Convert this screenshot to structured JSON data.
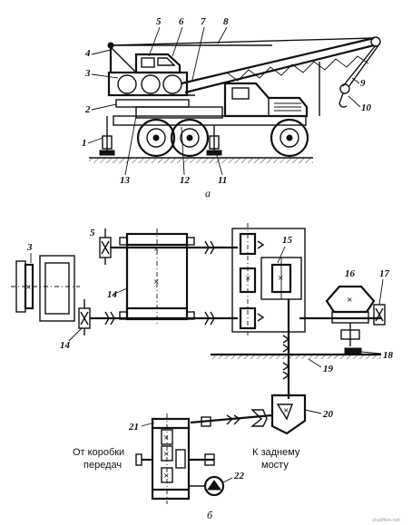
{
  "top_figure": {
    "labels": [
      "1",
      "2",
      "3",
      "4",
      "5",
      "6",
      "7",
      "8",
      "9",
      "10",
      "11",
      "12",
      "13"
    ],
    "sublabel": "а"
  },
  "bottom_figure": {
    "labels": [
      "3",
      "5",
      "14",
      "14",
      "15",
      "16",
      "17",
      "18",
      "19",
      "20",
      "21",
      "22"
    ],
    "sublabel": "б",
    "left_caption_line1": "От коробки",
    "left_caption_line2": "передач",
    "right_caption_line1": "К заднему",
    "right_caption_line2": "мосту"
  },
  "watermark": "studfiles.net"
}
